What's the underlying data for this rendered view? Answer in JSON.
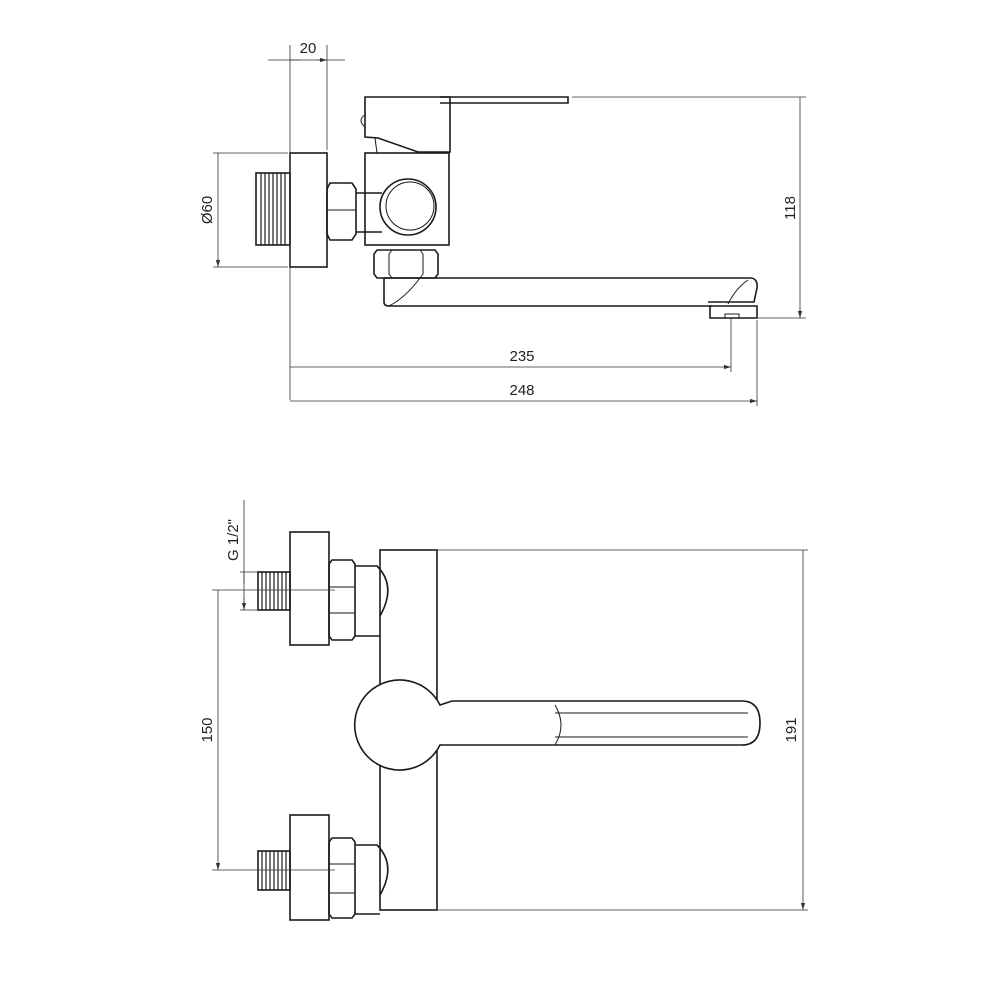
{
  "side_view": {
    "dimensions": {
      "flange_depth": "20",
      "flange_diameter": "Ø60",
      "height": "118",
      "spout_reach_outlet": "235",
      "total_reach": "248"
    }
  },
  "front_view": {
    "dimensions": {
      "thread_size": "G 1/2\"",
      "inlet_spacing": "150",
      "body_height": "191"
    }
  },
  "colors": {
    "line": "#1a1a1a",
    "background": "#ffffff"
  }
}
